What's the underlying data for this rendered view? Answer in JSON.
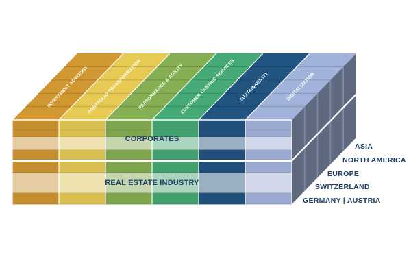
{
  "services": [
    {
      "label": "INVESTMENT ADVISORY",
      "color": "#c58e2e"
    },
    {
      "label": "PORTFOLIO TRANSFORMATION",
      "color": "#d9bf4f"
    },
    {
      "label": "PERFORMANCE & AGILITY",
      "color": "#7ea44e"
    },
    {
      "label": "CUSTOMER CENTRIC SERVICES",
      "color": "#41a06e"
    },
    {
      "label": "SUSTAINABILITY",
      "color": "#1f4f7a"
    },
    {
      "label": "DIGITALIZATION",
      "color": "#99a9cf"
    }
  ],
  "bands": [
    {
      "label": "CORPORATES"
    },
    {
      "label": "REAL ESTATE INDUSTRY"
    }
  ],
  "regions": [
    {
      "label": "ASIA"
    },
    {
      "label": "NORTH AMERICA"
    },
    {
      "label": "EUROPE"
    },
    {
      "label": "SWITZERLAND"
    },
    {
      "label": "GERMANY | AUSTRIA"
    }
  ],
  "colors": {
    "band_overlay": "#ffffff",
    "text_dark": "#1f3f66",
    "top_text": "#ffffff"
  }
}
